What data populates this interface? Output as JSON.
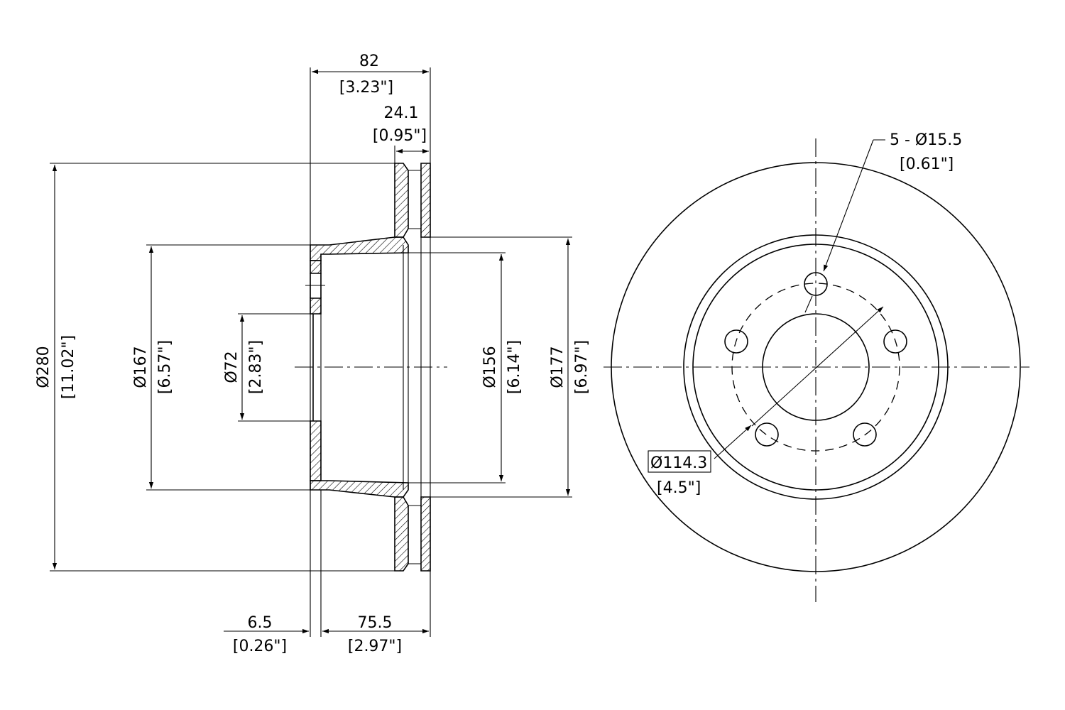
{
  "dimensions": {
    "width_total": {
      "mm": "82",
      "inch": "[3.23\"]"
    },
    "disc_thickness": {
      "mm": "24.1",
      "inch": "[0.95\"]"
    },
    "offset": {
      "mm": "6.5",
      "inch": "[0.26\"]"
    },
    "hat_height": {
      "mm": "75.5",
      "inch": "[2.97\"]"
    },
    "outer_diameter": {
      "mm": "Ø280",
      "inch": "[11.02\"]"
    },
    "hat_diameter": {
      "mm": "Ø167",
      "inch": "[6.57\"]"
    },
    "center_bore": {
      "mm": "Ø72",
      "inch": "[2.83\"]"
    },
    "inner_diameter": {
      "mm": "Ø156",
      "inch": "[6.14\"]"
    },
    "friction_inner_diameter": {
      "mm": "Ø177",
      "inch": "[6.97\"]"
    },
    "bolt_holes": {
      "mm": "5 - Ø15.5",
      "inch": "[0.61\"]"
    },
    "bolt_circle": {
      "mm": "Ø114.3",
      "inch": "[4.5\"]"
    }
  }
}
